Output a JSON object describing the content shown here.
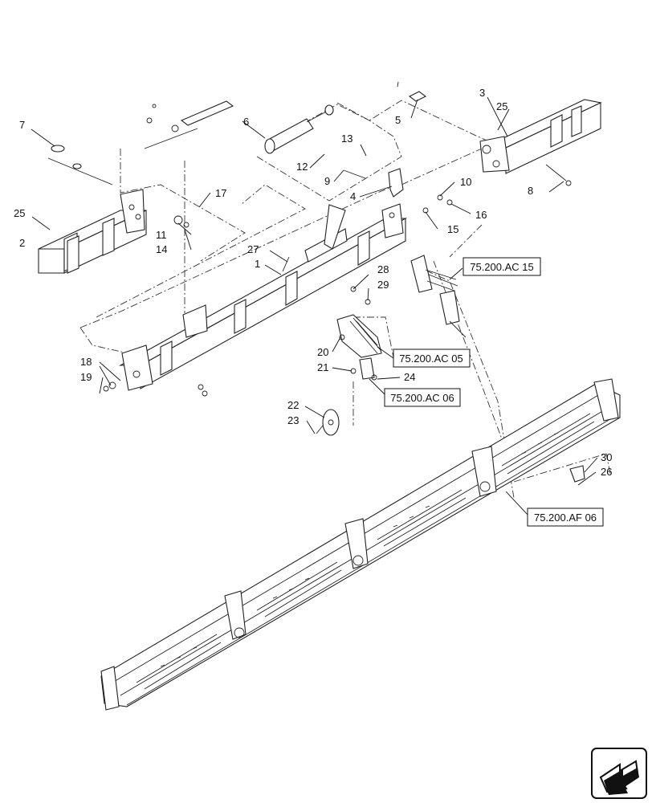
{
  "callouts": [
    "1",
    "2",
    "3",
    "4",
    "5",
    "6",
    "7",
    "8",
    "9",
    "10",
    "11",
    "12",
    "13",
    "14",
    "15",
    "16",
    "17",
    "18",
    "19",
    "20",
    "21",
    "22",
    "23",
    "24",
    "25",
    "25",
    "26",
    "27",
    "28",
    "29",
    "30"
  ],
  "reference_boxes": [
    "75.200.AC 15",
    "75.200.AC 05",
    "75.200.AC 06",
    "75.200.AF 06"
  ],
  "icons": {
    "navigation": "arrow-next-page-icon"
  }
}
